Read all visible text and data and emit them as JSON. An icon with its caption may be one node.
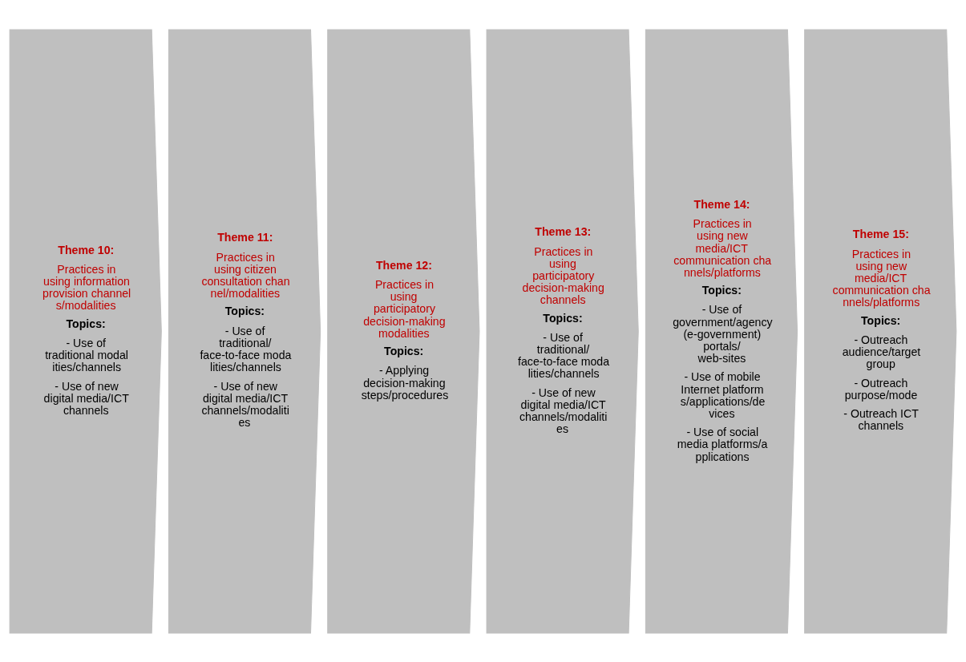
{
  "diagram": {
    "nodes": [
      {
        "text": [
          "Theme 10:",
          "Practices in using information provision channels/modalities",
          "Topics:",
          "- Use of traditional modalities/channels",
          "- Use of new digital media/ICT channels"
        ]
      },
      {
        "text": [
          "Theme 11:",
          "Practices in using citizen consultation channel/modalities",
          "Topics:",
          "- Use of traditional/ face-to-face modalities/channels",
          "- Use of new digital media/ICT channels/modalities"
        ]
      },
      {
        "text": [
          "Theme 12:",
          "Practices in using participatory decision-making modalities",
          "Topics:",
          "- Applying decision-making steps/procedures"
        ]
      },
      {
        "text": [
          "Theme 13:",
          "Practices in using participatory decision-making channels",
          "Topics:",
          "- Use of traditional/ face-to-face modalities/channels",
          "- Use of new digital media/ICT channels/modalities"
        ]
      },
      {
        "text": [
          "Theme 14:",
          "Practices in using new media/ICT communication channels/platforms",
          "Topics:",
          "- Use of government/agency (e-government) portals/ web-sites",
          "- Use of mobile Internet platforms/applications/devices",
          "- Use of social media platforms/applications"
        ]
      },
      {
        "text": [
          "Theme 15:",
          "Practices in using new media/ICT communication channels/platforms",
          "Topics:",
          "- Outreach audience/target group",
          "- Outreach purpose/mode",
          "- Outreach ICT channels"
        ]
      }
    ]
  }
}
